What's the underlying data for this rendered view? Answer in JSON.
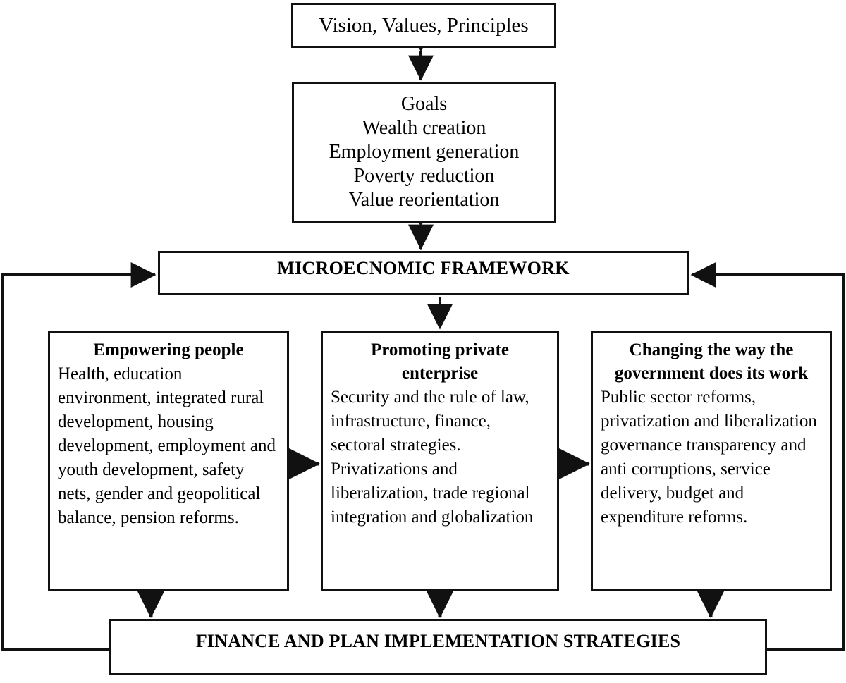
{
  "diagram": {
    "title": "Development Framework Flow Chart",
    "stroke_color": "#111111",
    "background_color": "#ffffff",
    "nodes": {
      "vision": {
        "label": "Vision, Values, Principles"
      },
      "goals": {
        "line1": "Goals",
        "line2": "Wealth creation",
        "line3": "Employment generation",
        "line4": "Poverty reduction",
        "line5": "Value reorientation"
      },
      "macro": {
        "label": "MICROECNOMIC FRAMEWORK"
      },
      "empower": {
        "heading": "Empowering people",
        "body": "Health, education environment, integrated rural development, housing development, employment and youth development, safety nets, gender and geopolitical balance, pension reforms."
      },
      "private": {
        "heading": "Promoting private enterprise",
        "body": "Security and the rule of law, infrastructure, finance, sectoral strategies. Privatizations and liberalization, trade regional integration and globalization"
      },
      "government": {
        "heading": "Changing the way the government does its work",
        "body": "Public sector reforms, privatization and liberalization governance transparency and anti corruptions, service delivery, budget and expenditure reforms."
      },
      "bottom": {
        "label": "FINANCE AND PLAN IMPLEMENTATION STRATEGIES"
      }
    },
    "connectors": [
      {
        "name": "vision-goals",
        "type": "double-vertical-arrow"
      },
      {
        "name": "goals-macro",
        "type": "double-vertical-arrow"
      },
      {
        "name": "macro-private",
        "type": "single-down-arrow"
      },
      {
        "name": "empower-private",
        "type": "double-horizontal-arrow"
      },
      {
        "name": "private-government",
        "type": "double-horizontal-arrow"
      },
      {
        "name": "empower-bottom",
        "type": "double-vertical-arrow"
      },
      {
        "name": "private-bottom",
        "type": "double-vertical-arrow"
      },
      {
        "name": "government-bottom",
        "type": "double-vertical-arrow"
      },
      {
        "name": "bottom-macro-left-feedback",
        "type": "elbow-arrow-left"
      },
      {
        "name": "bottom-macro-right-feedback",
        "type": "elbow-arrow-right"
      }
    ]
  }
}
